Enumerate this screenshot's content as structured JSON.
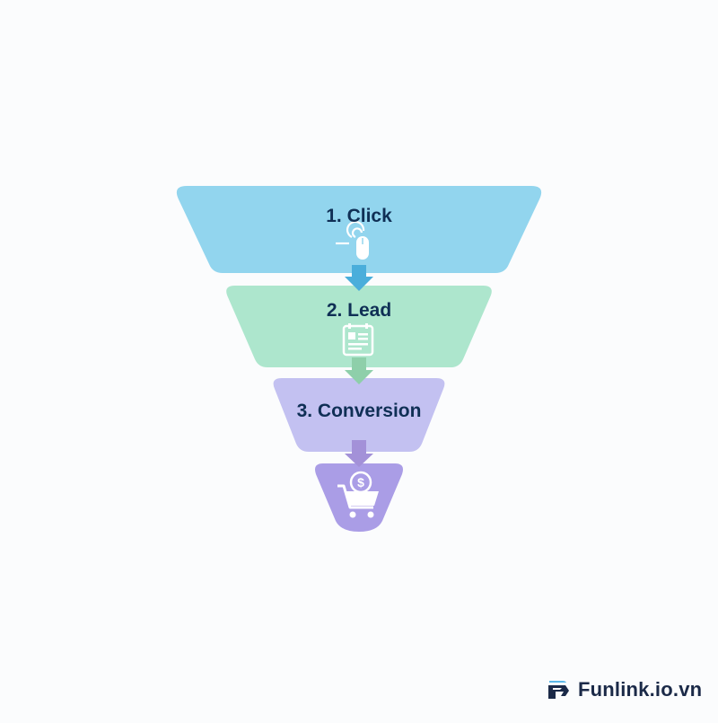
{
  "diagram": {
    "type": "funnel",
    "stages": [
      {
        "label": "1. Click",
        "icon": "mouse-click-icon",
        "color": "#92d5ee",
        "arrow_color": "#4aaedb"
      },
      {
        "label": "2. Lead",
        "icon": "form-document-icon",
        "color": "#ade6cd",
        "arrow_color": "#8ecfaa"
      },
      {
        "label": "3. Conversion",
        "icon": "",
        "color": "#c3c1f1",
        "arrow_color": "#a391d8"
      },
      {
        "label": "",
        "icon": "shopping-cart-dollar-icon",
        "color": "#aa9de6"
      }
    ]
  },
  "brand": {
    "name": "Funlink.io.vn",
    "icon": "funlink-logo-icon",
    "text_color": "#1b2a48"
  }
}
